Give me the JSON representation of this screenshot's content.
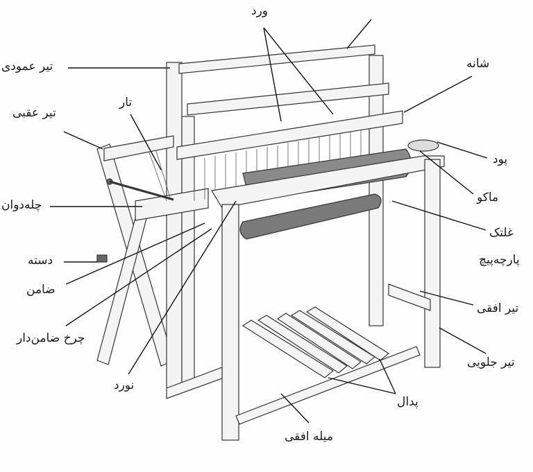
{
  "title": "Loom parts diagram",
  "labels": {
    "vard": "ورد",
    "tir_amudi": "تیر عمودی",
    "shane": "شانه",
    "tar": "تار",
    "tir_aghabi": "تیر عقبی",
    "pud": "پود",
    "mako": "ماکو",
    "chelle_davan": "چله‌دوان",
    "ghaltak": "غلتک",
    "parche_pich": "پارچه‌پیچ",
    "daste": "دسته",
    "zamen": "ضامن",
    "tir_ofoghi": "تیر افقی",
    "charkh_zamendar": "چرخ ضامن‌دار",
    "tir_jeloyi": "تیر جلویی",
    "nord": "نورد",
    "pedal": "پدال",
    "mile_ofoghi": "میله افقی"
  }
}
